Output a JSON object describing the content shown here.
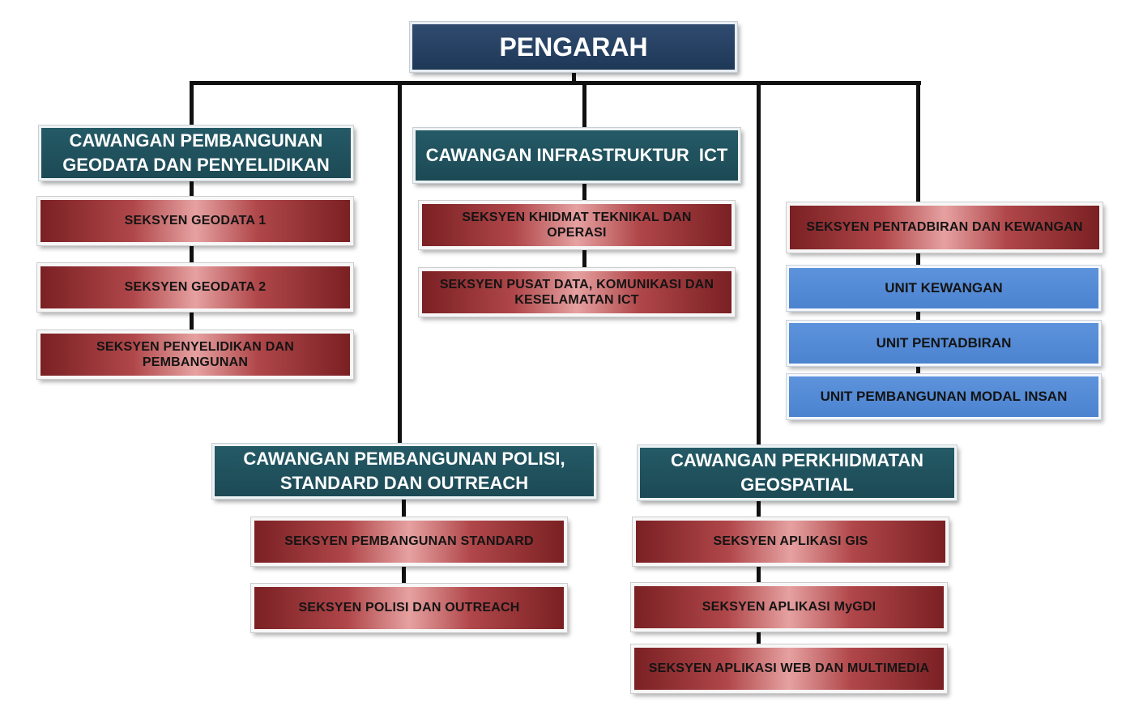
{
  "chart": {
    "top": "PENGARAH",
    "branches": [
      {
        "id": "geodata",
        "title_lines": [
          "CAWANGAN PEMBANGUNAN",
          "GEODATA DAN PENYELIDIKAN"
        ],
        "sections": [
          [
            "SEKSYEN GEODATA 1"
          ],
          [
            "SEKSYEN GEODATA 2"
          ],
          [
            "SEKSYEN PENYELIDIKAN DAN",
            "PEMBANGUNAN"
          ]
        ]
      },
      {
        "id": "ict",
        "title_lines": [
          "CAWANGAN INFRASTRUKTUR  ICT"
        ],
        "sections": [
          [
            "SEKSYEN KHIDMAT TEKNIKAL DAN",
            "OPERASI"
          ],
          [
            "SEKSYEN PUSAT DATA, KOMUNIKASI DAN",
            "KESELAMATAN ICT"
          ]
        ]
      },
      {
        "id": "polisi",
        "title_lines": [
          "CAWANGAN PEMBANGUNAN POLISI,",
          "STANDARD DAN OUTREACH"
        ],
        "sections": [
          [
            "SEKSYEN PEMBANGUNAN STANDARD"
          ],
          [
            "SEKSYEN POLISI DAN OUTREACH"
          ]
        ]
      },
      {
        "id": "geospatial",
        "title_lines": [
          "CAWANGAN PERKHIDMATAN",
          "GEOSPATIAL"
        ],
        "sections": [
          [
            "SEKSYEN APLIKASI GIS"
          ],
          [
            "SEKSYEN APLIKASI MyGDI"
          ],
          [
            "SEKSYEN APLIKASI WEB DAN MULTIMEDIA"
          ]
        ]
      }
    ],
    "admin": {
      "section": "SEKSYEN PENTADBIRAN DAN KEWANGAN",
      "units": [
        "UNIT KEWANGAN",
        "UNIT PENTADBIRAN",
        "UNIT PEMBANGUNAN MODAL INSAN"
      ]
    }
  }
}
